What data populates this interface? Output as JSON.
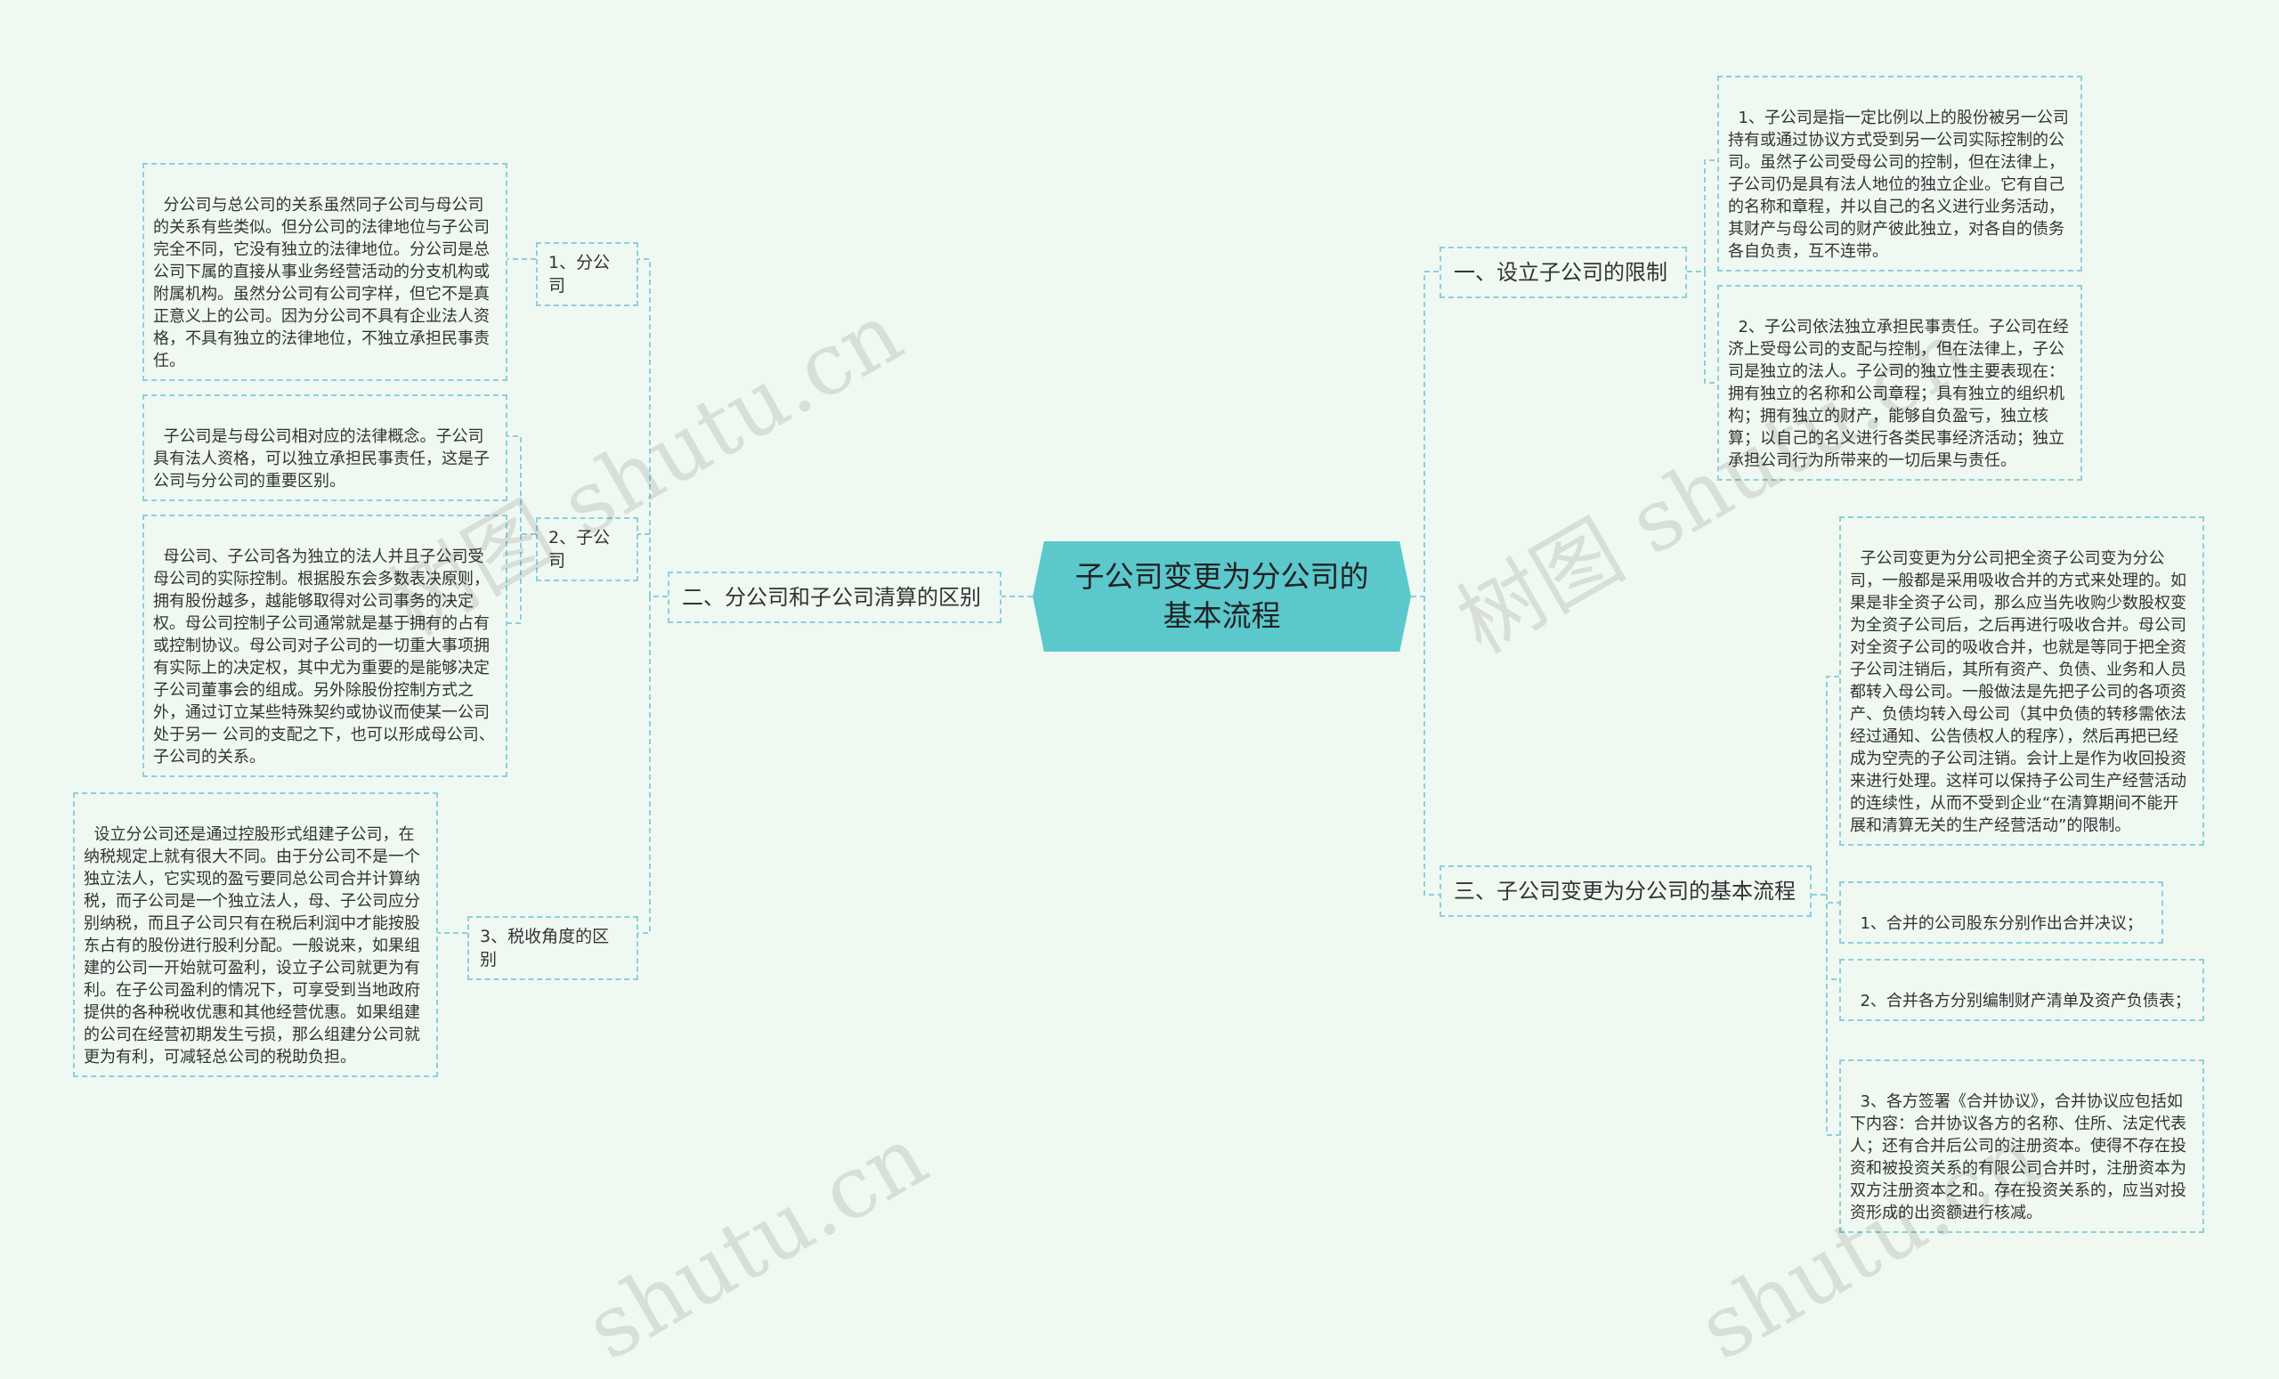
{
  "center": {
    "title": "子公司变更为分公司的基本流程"
  },
  "left": {
    "branch": "二、分公司和子公司清算的区别",
    "items": [
      {
        "label": "1、分公司",
        "texts": [
          "分公司与总公司的关系虽然同子公司与母公司的关系有些类似。但分公司的法律地位与子公司完全不同，它没有独立的法律地位。分公司是总公司下属的直接从事业务经营活动的分支机构或附属机构。虽然分公司有公司字样，但它不是真正意义上的公司。因为分公司不具有企业法人资格，不具有独立的法律地位，不独立承担民事责任。"
        ]
      },
      {
        "label": "2、子公司",
        "texts": [
          "子公司是与母公司相对应的法律概念。子公司具有法人资格，可以独立承担民事责任，这是子公司与分公司的重要区别。",
          "母公司、子公司各为独立的法人并且子公司受母公司的实际控制。根据股东会多数表决原则，拥有股份越多，越能够取得对公司事务的决定权。母公司控制子公司通常就是基于拥有的占有或控制协议。母公司对子公司的一切重大事项拥有实际上的决定权，其中尤为重要的是能够决定子公司董事会的组成。另外除股份控制方式之外，通过订立某些特殊契约或协议而使某一公司处于另一 公司的支配之下，也可以形成母公司、子公司的关系。"
        ]
      },
      {
        "label": "3、税收角度的区别",
        "texts": [
          "设立分公司还是通过控股形式组建子公司，在纳税规定上就有很大不同。由于分公司不是一个独立法人，它实现的盈亏要同总公司合并计算纳税，而子公司是一个独立法人，母、子公司应分别纳税，而且子公司只有在税后利润中才能按股东占有的股份进行股利分配。一般说来，如果组建的公司一开始就可盈利，设立子公司就更为有利。在子公司盈利的情况下，可享受到当地政府提供的各种税收优惠和其他经营优惠。如果组建的公司在经营初期发生亏损，那么组建分公司就更为有利，可减轻总公司的税助负担。"
        ]
      }
    ]
  },
  "right": {
    "branch1": {
      "title": "一、设立子公司的限制",
      "texts": [
        "1、子公司是指一定比例以上的股份被另一公司持有或通过协议方式受到另一公司实际控制的公司。虽然子公司受母公司的控制，但在法律上，子公司仍是具有法人地位的独立企业。它有自己的名称和章程，并以自己的名义进行业务活动，其财产与母公司的财产彼此独立，对各自的债务各自负责，互不连带。",
        "2、子公司依法独立承担民事责任。子公司在经济上受母公司的支配与控制，但在法律上，子公司是独立的法人。子公司的独立性主要表现在：拥有独立的名称和公司章程；具有独立的组织机构；拥有独立的财产，能够自负盈亏，独立核算；以自己的名义进行各类民事经济活动；独立承担公司行为所带来的一切后果与责任。"
      ]
    },
    "branch3": {
      "title": "三、子公司变更为分公司的基本流程",
      "texts": [
        "子公司变更为分公司把全资子公司变为分公司，一般都是采用吸收合并的方式来处理的。如果是非全资子公司，那么应当先收购少数股权变为全资子公司后，之后再进行吸收合并。母公司对全资子公司的吸收合并，也就是等同于把全资子公司注销后，其所有资产、负债、业务和人员都转入母公司。一般做法是先把子公司的各项资产、负债均转入母公司（其中负债的转移需依法经过通知、公告债权人的程序），然后再把已经成为空壳的子公司注销。会计上是作为收回投资来进行处理。这样可以保持子公司生产经营活动的连续性，从而不受到企业“在清算期间不能开展和清算无关的生产经营活动”的限制。",
        "1、合并的公司股东分别作出合并决议；",
        "2、合并各方分别编制财产清单及资产负债表；",
        "3、各方签署《合并协议》，合并协议应包括如下内容：合并协议各方的名称、住所、法定代表人；还有合并后公司的注册资本。使得不存在投资和被投资关系的有限公司合并时，注册资本为双方注册资本之和。存在投资关系的，应当对投资形成的出资额进行核减。"
      ]
    }
  },
  "watermarks": [
    "树图 shutu.cn",
    "树图 shutu.cn",
    "shutu.cn",
    "shutu.cn"
  ],
  "colors": {
    "center_fill": "#5bc8cc",
    "border": "#8ccfe0",
    "background": "#f0f9f1"
  }
}
